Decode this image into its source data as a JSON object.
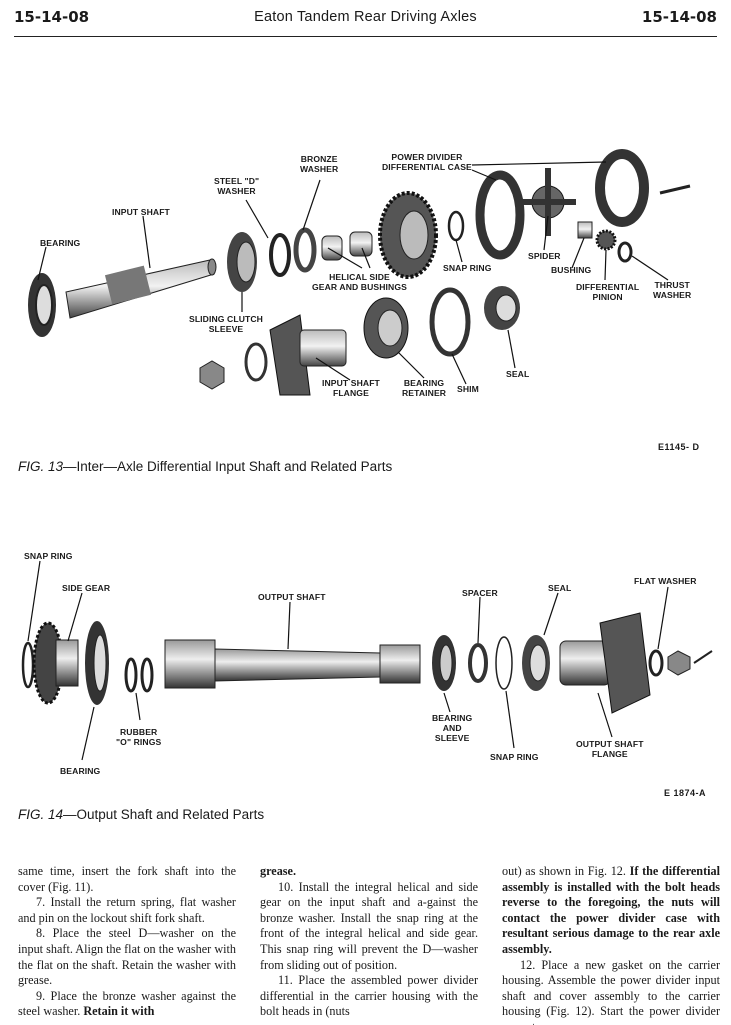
{
  "header": {
    "page_left": "15-14-08",
    "title": "Eaton Tandem Rear Driving Axles",
    "page_right": "15-14-08"
  },
  "fig13": {
    "labels": {
      "bearing": "BEARING",
      "input_shaft": "INPUT SHAFT",
      "steel_d_washer_1": "STEEL \"D\"",
      "steel_d_washer_2": "WASHER",
      "bronze_washer_1": "BRONZE",
      "bronze_washer_2": "WASHER",
      "power_divider_1": "POWER DIVIDER",
      "power_divider_2": "DIFFERENTIAL CASE",
      "helical_1": "HELICAL SIDE",
      "helical_2": "GEAR AND BUSHINGS",
      "snap_ring": "SNAP RING",
      "spider": "SPIDER",
      "bushing": "BUSHING",
      "diff_pinion_1": "DIFFERENTIAL",
      "diff_pinion_2": "PINION",
      "thrust_1": "THRUST",
      "thrust_2": "WASHER",
      "sliding_1": "SLIDING CLUTCH",
      "sliding_2": "SLEEVE",
      "input_flange_1": "INPUT SHAFT",
      "input_flange_2": "FLANGE",
      "bearing_retainer_1": "BEARING",
      "bearing_retainer_2": "RETAINER",
      "shim": "SHIM",
      "seal": "SEAL"
    },
    "code": "E1145- D",
    "caption_num": "FIG. 13",
    "caption_text": "—Inter—Axle Differential Input Shaft and Related Parts"
  },
  "fig14": {
    "labels": {
      "snap_ring_top": "SNAP RING",
      "side_gear": "SIDE GEAR",
      "output_shaft": "OUTPUT SHAFT",
      "spacer": "SPACER",
      "seal": "SEAL",
      "flat_washer": "FLAT WASHER",
      "rubber_1": "RUBBER",
      "rubber_2": "\"O\" RINGS",
      "bearing": "BEARING",
      "bas_1": "BEARING",
      "bas_2": "AND",
      "bas_3": "SLEEVE",
      "snap_ring_bottom": "SNAP RING",
      "out_flange_1": "OUTPUT SHAFT",
      "out_flange_2": "FLANGE"
    },
    "code": "E 1874-A",
    "caption_num": "FIG. 14",
    "caption_text": "—Output Shaft and Related Parts"
  },
  "body": {
    "col1": {
      "p1": "same time, insert the fork shaft into the cover (Fig. 11).",
      "p2": "7. Install the return spring, flat washer and pin on the lockout shift fork shaft.",
      "p3": "8. Place the steel D—washer on the input shaft. Align the flat on the washer with the flat on the shaft. Retain the washer with grease.",
      "p4_a": "9. Place the bronze washer against the steel washer. ",
      "p4_b": "Retain it with"
    },
    "col2": {
      "p1": "grease.",
      "p2": "10. Install the integral helical and side gear on the input shaft and a-gainst the bronze washer. Install the snap ring at the front of the integral helical and side gear. This snap ring will prevent the D—washer from sliding out of position.",
      "p3": "11. Place the assembled power divider differential in the carrier housing with the bolt heads in (nuts"
    },
    "col3": {
      "p1_a": "out) as shown in Fig. 12. ",
      "p1_b": "If the differential assembly is installed with the bolt heads reverse to the foregoing, the nuts will contact the power divider case with resultant serious damage to the rear axle assembly.",
      "p2": "12. Place a new gasket on the carrier housing. Assemble the power divider input shaft and cover assembly to the carrier housing (Fig. 12). Start the power divider cover to"
    }
  }
}
